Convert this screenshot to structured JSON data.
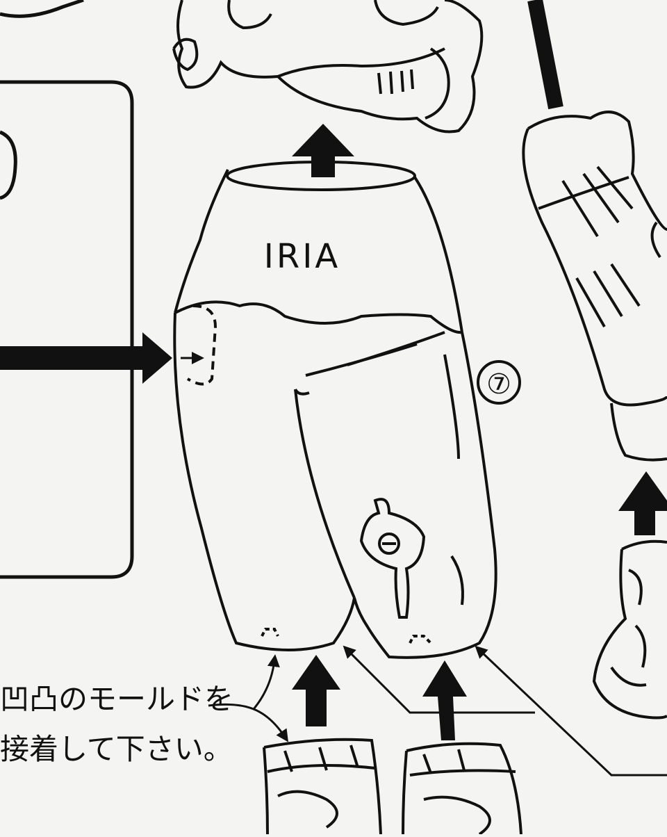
{
  "diagram": {
    "part_label": "IRIA",
    "part_number": "⑦",
    "note_line1": "凹凸のモールドを",
    "note_line2": "接着して下さい。"
  },
  "colors": {
    "ink": "#111111",
    "paper": "#f4f4f2"
  }
}
